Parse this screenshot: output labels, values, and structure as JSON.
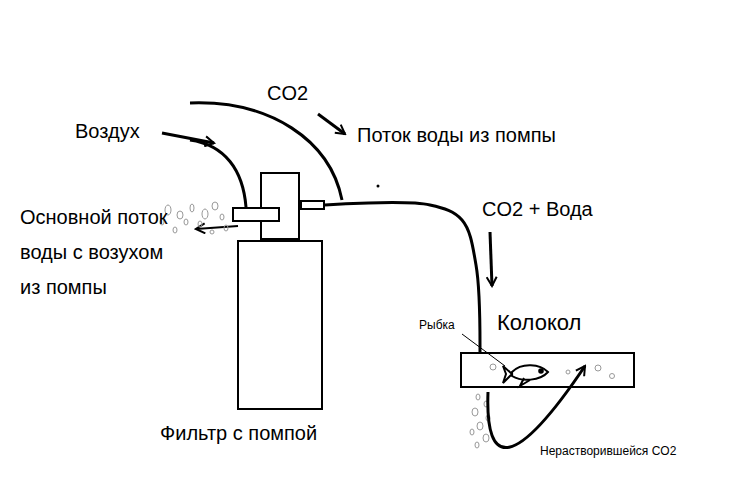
{
  "diagram": {
    "nodes": [
      {
        "text": [
          "Фильтр с помпой"
        ]
      },
      {
        "text": [
          "Колокол"
        ]
      }
    ],
    "edges": [
      {
        "from": 0,
        "to": 1,
        "arrow": "none",
        "label": "CO2 + Вода"
      }
    ],
    "labels": [
      "CO2",
      "Воздух",
      "Поток воды из помпы",
      "Основной поток воды с возухом из помпы",
      "Рыбка",
      "Нерастворившейся CO2"
    ]
  }
}
